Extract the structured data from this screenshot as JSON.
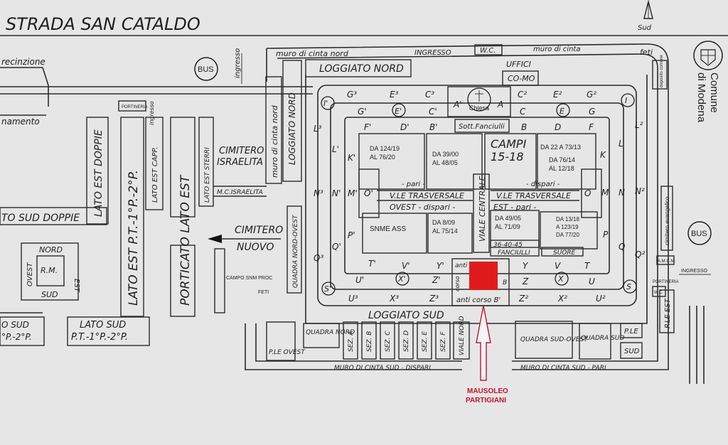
{
  "map": {
    "roads": {
      "top": "STRADA SAN CATALDO",
      "north_label": "Sud"
    },
    "logo": {
      "text": "Comune di Modena",
      "line1": "Comune",
      "line2": "di Modena"
    },
    "marker": {
      "label_line1": "MAUSOLEO",
      "label_line2": "PARTIGIANI",
      "color": "#e01b1b"
    },
    "top_strip": {
      "muro_nord": "muro di cinta nord",
      "ingresso": "INGRESSO",
      "wc": "W.C.",
      "muro_cinta": "muro di cinta",
      "feti": "feti"
    },
    "left_area": {
      "recinzione": "recinzione",
      "namento": "namento",
      "portineria": "PORTINERIA",
      "ingresso": "ingresso",
      "lato_est_doppie": "LATO EST DOPPIE",
      "lato_sud_doppie": "TO SUD DOPPIE",
      "lato_est_pt": "LATO EST P.T.-1°P.-2°P.",
      "lato_est_capp": "LATO EST CAPP.",
      "porticato": "PORTICATO LATO EST",
      "lato_est_sterri": "LATO EST STERRI",
      "rm": "R.M.",
      "nord": "NORD",
      "ovest": "OVEST",
      "est": "EST",
      "sud": "SUD",
      "lato_sud_left1": "O SUD",
      "lato_sud_left2": "°P.-2°P.",
      "lato_sud_1": "LATO SUD",
      "lato_sud_2": "P.T.-1°P.-2°P."
    },
    "middle_area": {
      "bus_left": "BUS",
      "ingresso_v": "ingresso",
      "muro_cinta_nord": "muro di cinta nord",
      "loggiato_nord_v": "LOGGIATO NORD",
      "cimitero_israelita_1": "CIMITERO",
      "cimitero_israelita_2": "ISRAELITA",
      "mc_israelita": "M.C.ISRAELITA",
      "cimitero_nuovo_1": "CIMITERO",
      "cimitero_nuovo_2": "NUOVO",
      "quadra_nord_ovest": "QUADRA NORD-OVEST",
      "campo_snm": "CAMPO SNM PROC",
      "feti": "FETI"
    },
    "main": {
      "loggiato_nord": "LOGGIATO NORD",
      "uffici": "UFFICI",
      "como": "CO-MO",
      "chiesa": "Chiesa",
      "sott_fanciulli": "Sott.Fanciulli",
      "campi": "CAMPI",
      "campi_range": "15-18",
      "da1": "DA 124/19",
      "al1": "AL 76/20",
      "da2": "DA 39/00",
      "al2": "AL 48/05",
      "da3": "DA 22 A 73/13",
      "da4": "DA 76/14",
      "al4": "AL 12/18",
      "pari": "- pari -",
      "dispari": "- dispari -",
      "vle_trasv_1": "V.LE TRASVERSALE",
      "vle_trasv_2": "V.LE TRASVERSALE",
      "ovest_dispari": "OVEST - dispari -",
      "est_pari": "EST - pari -",
      "viale_centrale": "VIALE CENTRALE",
      "snme_ass": "SNME ASS",
      "da5": "DA 8/09",
      "al5": "AL 75/14",
      "da6": "DA 49/05",
      "al6": "AL 71/09",
      "da7": "DA 13/18",
      "a7": "A 123/19",
      "da7b": "DA 77/20",
      "num_36": "36-40-45",
      "fanciulli": "FANCIULLI",
      "suore": "SUORE",
      "anti": "anti",
      "corso": "corso",
      "anti_corso_b": "anti corso B'",
      "loggiato_sud": "LOGGIATO SUD"
    },
    "grid_letters": {
      "top_row1": [
        "G³",
        "E³",
        "C³",
        "A'",
        "A",
        "C²",
        "E²",
        "G²"
      ],
      "top_row2": [
        "G'",
        "E'",
        "C'",
        "C",
        "E",
        "G"
      ],
      "top_row3": [
        "F'",
        "D'",
        "B'",
        "B",
        "D",
        "F"
      ],
      "left_col": [
        "I'",
        "L³",
        "L'",
        "K'",
        "N³",
        "N'",
        "M'",
        "O'",
        "P'",
        "Q³",
        "Q'",
        "S'"
      ],
      "right_col": [
        "I",
        "L²",
        "L",
        "K",
        "M",
        "N",
        "N²",
        "O",
        "P",
        "Q",
        "Q²",
        "S"
      ],
      "bottom_row1": [
        "T'",
        "V'",
        "Y'",
        "Y",
        "V",
        "T"
      ],
      "bottom_row2": [
        "U'",
        "X'",
        "Z'",
        "Z",
        "X",
        "U"
      ],
      "bottom_row3": [
        "U³",
        "X³",
        "Z³",
        "Z²",
        "X²",
        "U²"
      ],
      "b_small": "B"
    },
    "bottom_strip": {
      "quadra_nord": "QUADRA NORD",
      "ple_ovest": "P.LE OVEST",
      "sez_a": "SEZ. A",
      "sez_b": "SEZ. B",
      "sez_c": "SEZ. C",
      "sez_d": "SEZ. D",
      "sez_e": "SEZ. E",
      "sez_f": "SEZ. F",
      "viale_nord": "VIALE NORD",
      "quadra_sud_ovest": "QUADRA SUD-OVEST",
      "quadra_sud": "QUADRA SUD",
      "ple": "P.LE",
      "sud": "SUD",
      "muro_dispari": "MURO DI CINTA SUD - DISPARI",
      "muro_pari": "MURO DI CINTA SUD - PARI"
    },
    "right_area": {
      "bus_right": "BUS",
      "cimitero_evangelico": "cimitero evangelico",
      "deposito_comune": "deposito comune",
      "amcm": "A.M.C.M.",
      "ingresso": "INGRESSO",
      "portineria": "PORTINERIA",
      "wc": "W.C.",
      "ple_est": "P.LE EST"
    }
  }
}
